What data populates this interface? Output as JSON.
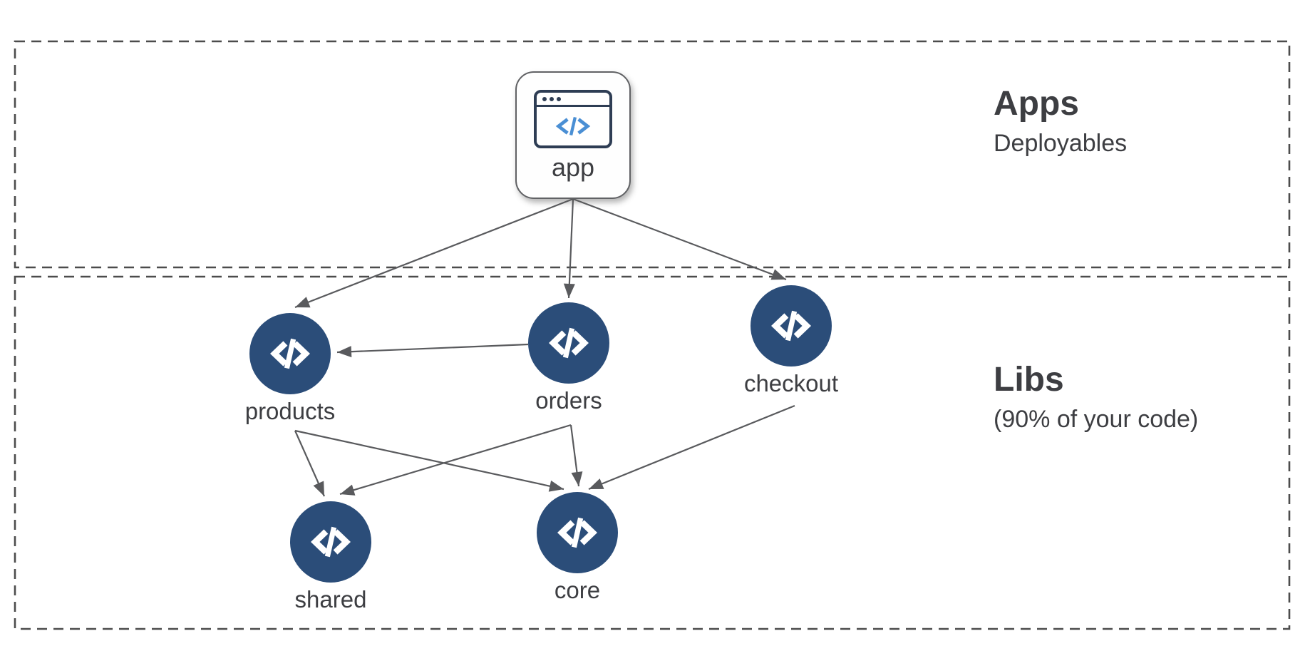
{
  "diagram": {
    "sections": [
      {
        "id": "apps",
        "title": "Apps",
        "subtitle": "Deployables"
      },
      {
        "id": "libs",
        "title": "Libs",
        "subtitle": "(90% of your code)"
      }
    ],
    "nodes": [
      {
        "id": "app",
        "label": "app",
        "kind": "application",
        "icon": "browser-window-code-icon"
      },
      {
        "id": "products",
        "label": "products",
        "kind": "library",
        "icon": "code-brackets-icon"
      },
      {
        "id": "orders",
        "label": "orders",
        "kind": "library",
        "icon": "code-brackets-icon"
      },
      {
        "id": "checkout",
        "label": "checkout",
        "kind": "library",
        "icon": "code-brackets-icon"
      },
      {
        "id": "shared",
        "label": "shared",
        "kind": "library",
        "icon": "code-brackets-icon"
      },
      {
        "id": "core",
        "label": "core",
        "kind": "library",
        "icon": "code-brackets-icon"
      }
    ],
    "edges": [
      {
        "from": "app",
        "to": "products"
      },
      {
        "from": "app",
        "to": "orders"
      },
      {
        "from": "app",
        "to": "checkout"
      },
      {
        "from": "orders",
        "to": "products"
      },
      {
        "from": "products",
        "to": "shared"
      },
      {
        "from": "products",
        "to": "core"
      },
      {
        "from": "orders",
        "to": "shared"
      },
      {
        "from": "orders",
        "to": "core"
      },
      {
        "from": "checkout",
        "to": "core"
      }
    ],
    "colors": {
      "node_fill": "#2b4d79",
      "node_glyph": "#ffffff",
      "edge": "#595a5d",
      "section_border": "#4c4c4c",
      "text": "#3d3e42",
      "app_icon_outline": "#2e3d54",
      "app_icon_code_blue": "#4a8fd4",
      "background": "#ffffff"
    }
  }
}
